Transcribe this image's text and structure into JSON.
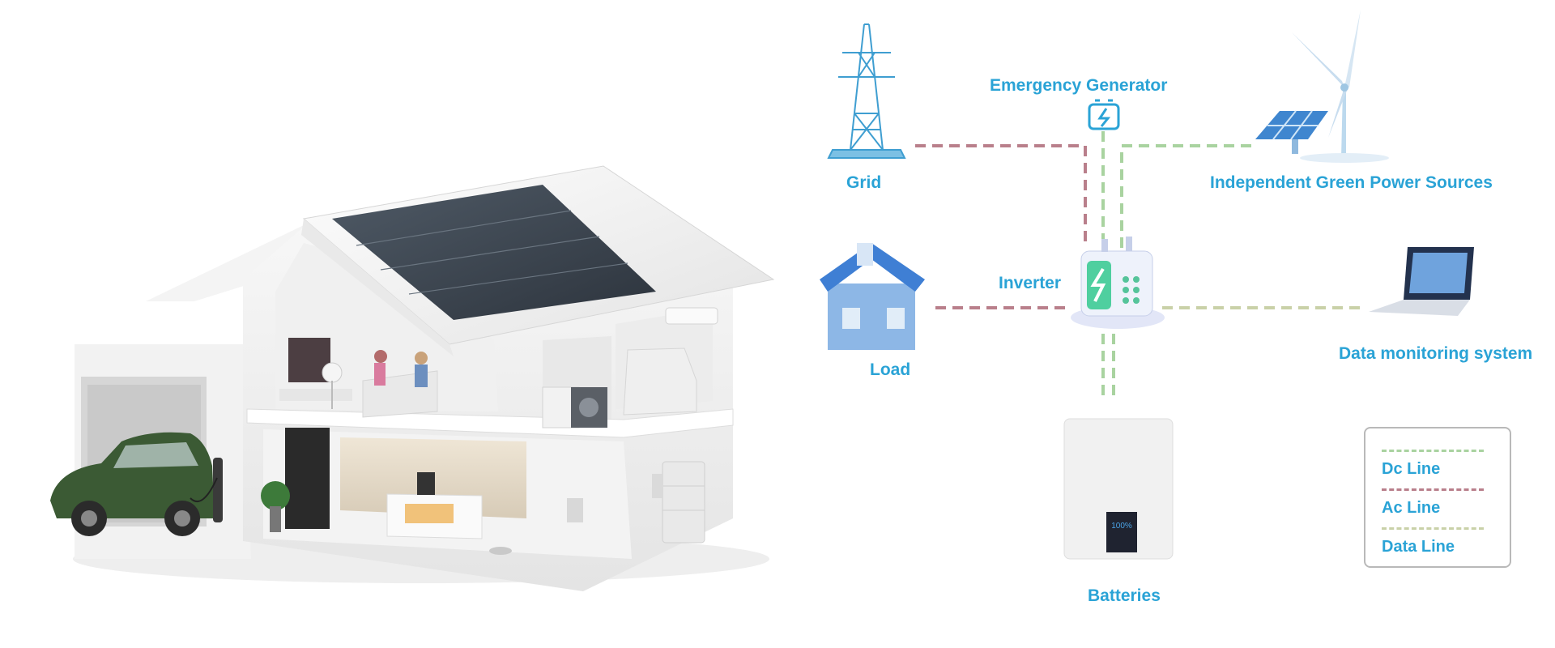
{
  "labels": {
    "grid": "Grid",
    "generator": "Emergency Generator",
    "green": "Independent Green Power Sources",
    "load": "Load",
    "inverter": "Inverter",
    "monitoring": "Data monitoring system",
    "batteries": "Batteries"
  },
  "legend": [
    {
      "label": "Dc Line"
    },
    {
      "label": "Ac Line"
    },
    {
      "label": "Data Line"
    }
  ],
  "colors": {
    "dc_line": "#a9d3a0",
    "ac_line": "#b97f8b",
    "data_line": "#c9d1a8",
    "text_accent": "#2aa3d6",
    "battery_screen": "#1f2330",
    "car_body": "#3b5a34"
  },
  "battery_display": "100%"
}
